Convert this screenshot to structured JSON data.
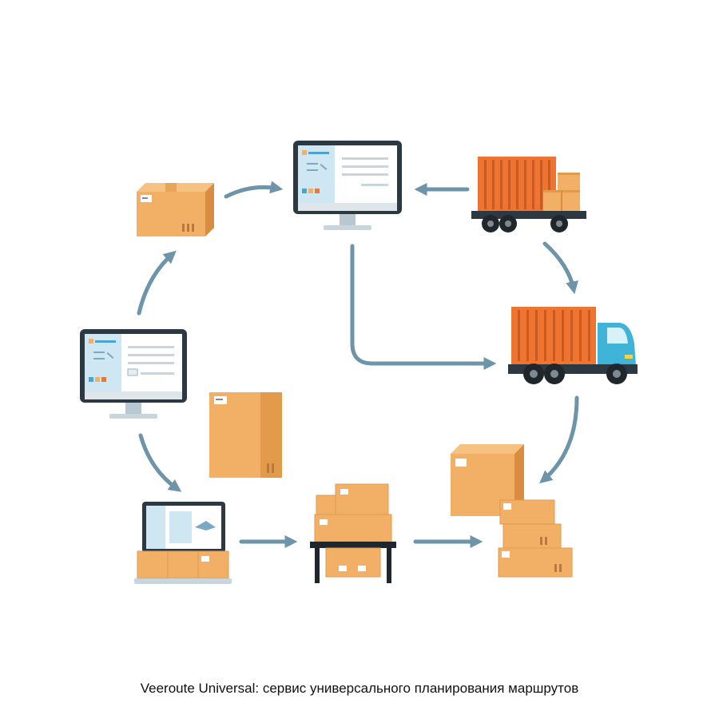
{
  "caption": "Veeroute Universal: сервис универсального планирования маршрутов",
  "colors": {
    "arrow": "#6d94a8",
    "box": "#f2b066",
    "box_side": "#e39a4b",
    "container": "#f07431",
    "truck_cab": "#3fb4d8",
    "monitor_frame": "#2d3942",
    "screen_panel": "#cfe6f3",
    "table": "#1f262c"
  },
  "nodes": [
    {
      "id": "box-top-left",
      "icon": "cardboard-box-icon"
    },
    {
      "id": "monitor-top",
      "icon": "desktop-monitor-icon"
    },
    {
      "id": "truck-loaded",
      "icon": "container-truck-with-boxes-icon"
    },
    {
      "id": "truck-right",
      "icon": "container-truck-icon"
    },
    {
      "id": "box-stack-right",
      "icon": "stacked-boxes-icon"
    },
    {
      "id": "boxes-on-table",
      "icon": "boxes-on-table-icon"
    },
    {
      "id": "laptop-boxes",
      "icon": "laptop-with-boxes-icon"
    },
    {
      "id": "monitor-left",
      "icon": "desktop-monitor-icon"
    },
    {
      "id": "tall-box",
      "icon": "tall-box-icon"
    }
  ]
}
